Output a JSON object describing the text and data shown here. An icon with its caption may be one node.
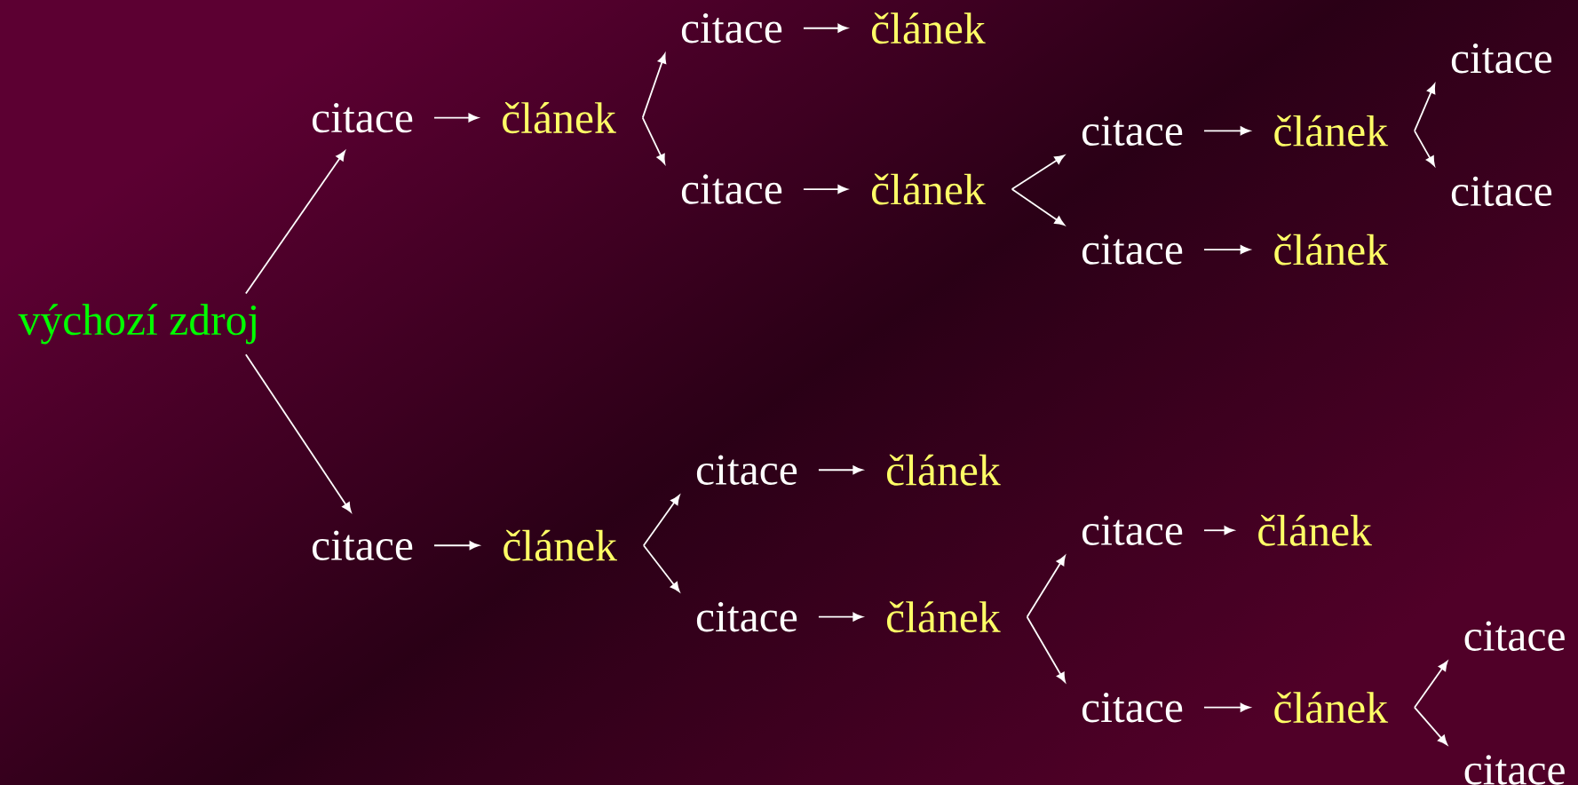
{
  "diagram": {
    "nodes": [
      {
        "text": [
          "výchozí zdroj"
        ]
      },
      {
        "text": [
          "citace"
        ]
      },
      {
        "text": [
          "článek"
        ]
      },
      {
        "text": [
          "citace"
        ]
      },
      {
        "text": [
          "článek"
        ]
      },
      {
        "text": [
          "citace"
        ]
      },
      {
        "text": [
          "článek"
        ]
      },
      {
        "text": [
          "citace"
        ]
      },
      {
        "text": [
          "článek"
        ]
      },
      {
        "text": [
          "citace"
        ]
      },
      {
        "text": [
          "citace"
        ]
      },
      {
        "text": [
          "citace"
        ]
      },
      {
        "text": [
          "článek"
        ]
      },
      {
        "text": [
          "citace"
        ]
      },
      {
        "text": [
          "článek"
        ]
      },
      {
        "text": [
          "citace"
        ]
      },
      {
        "text": [
          "článek"
        ]
      },
      {
        "text": [
          "citace"
        ]
      },
      {
        "text": [
          "článek"
        ]
      },
      {
        "text": [
          "citace"
        ]
      },
      {
        "text": [
          "článek"
        ]
      },
      {
        "text": [
          "citace"
        ]
      },
      {
        "text": [
          "článek"
        ]
      },
      {
        "text": [
          "citace"
        ]
      },
      {
        "text": [
          "citace"
        ]
      }
    ],
    "edges": [
      {
        "from": 0,
        "to": 1,
        "arrow": "to"
      },
      {
        "from": 0,
        "to": 13,
        "arrow": "to"
      },
      {
        "from": 1,
        "to": 2,
        "arrow": "to"
      },
      {
        "from": 2,
        "to": 3,
        "arrow": "to"
      },
      {
        "from": 2,
        "to": 5,
        "arrow": "to"
      },
      {
        "from": 3,
        "to": 4,
        "arrow": "to"
      },
      {
        "from": 5,
        "to": 6,
        "arrow": "to"
      },
      {
        "from": 6,
        "to": 7,
        "arrow": "to"
      },
      {
        "from": 6,
        "to": 11,
        "arrow": "to"
      },
      {
        "from": 7,
        "to": 8,
        "arrow": "to"
      },
      {
        "from": 8,
        "to": 9,
        "arrow": "to"
      },
      {
        "from": 8,
        "to": 10,
        "arrow": "to"
      },
      {
        "from": 11,
        "to": 12,
        "arrow": "to"
      },
      {
        "from": 13,
        "to": 14,
        "arrow": "to"
      },
      {
        "from": 14,
        "to": 15,
        "arrow": "to"
      },
      {
        "from": 14,
        "to": 17,
        "arrow": "to"
      },
      {
        "from": 15,
        "to": 16,
        "arrow": "to"
      },
      {
        "from": 17,
        "to": 18,
        "arrow": "to"
      },
      {
        "from": 18,
        "to": 19,
        "arrow": "to"
      },
      {
        "from": 18,
        "to": 21,
        "arrow": "to"
      },
      {
        "from": 19,
        "to": 20,
        "arrow": "to"
      },
      {
        "from": 21,
        "to": 22,
        "arrow": "to"
      },
      {
        "from": 22,
        "to": 23,
        "arrow": "to"
      },
      {
        "from": 22,
        "to": 24,
        "arrow": "to"
      }
    ]
  }
}
